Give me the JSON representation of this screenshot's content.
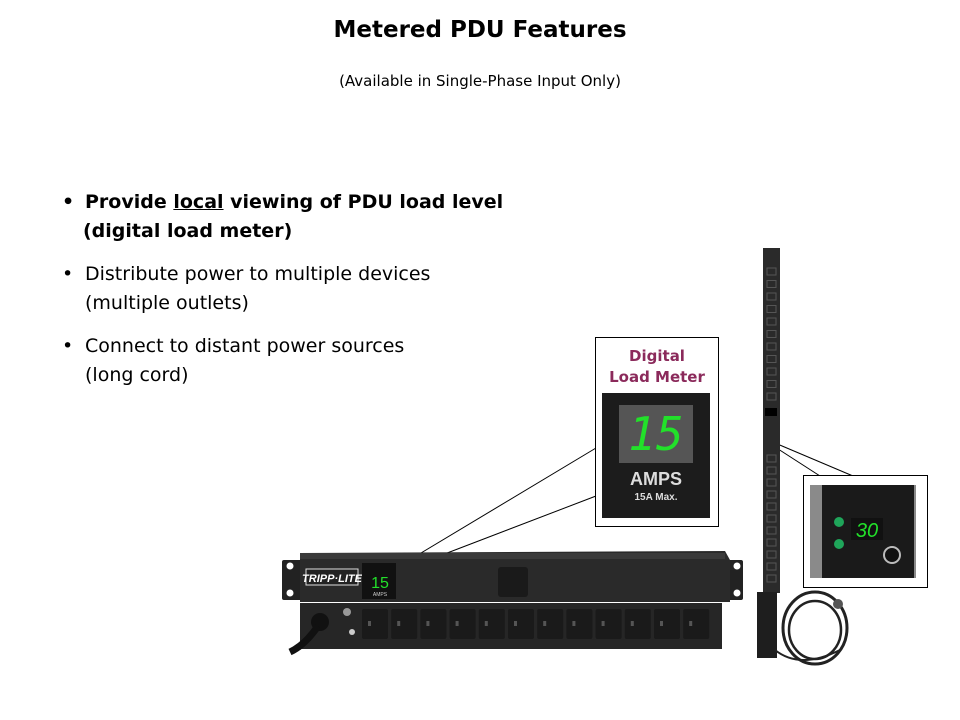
{
  "slide": {
    "title": "Metered PDU Features",
    "subtitle": "(Available in Single-Phase Input Only)",
    "bullets": [
      {
        "pre": "Provide ",
        "underlined": "local",
        "post": " viewing of PDU load level",
        "line2": "(digital load meter)",
        "bold": true
      },
      {
        "line1": "Distribute power to multiple devices",
        "line2": "(multiple outlets)",
        "bold": false
      },
      {
        "line1": "Connect to distant power sources",
        "line2": "(long cord)",
        "bold": false
      }
    ]
  },
  "callout": {
    "label_line1": "Digital",
    "label_line2": "Load Meter",
    "label_color": "#8b2a5b",
    "meter_reading": "15",
    "meter_unit": "AMPS",
    "meter_max": "15A Max.",
    "digit_color": "#22e02a"
  },
  "rack_pdu": {
    "brand": "TRIPP·LITE",
    "meter_reading": "15",
    "meter_unit": "AMPS",
    "rear_outlets": 12,
    "front_outlets": 1
  },
  "vertical_pdu": {
    "zoom_meter_reading": "30"
  }
}
